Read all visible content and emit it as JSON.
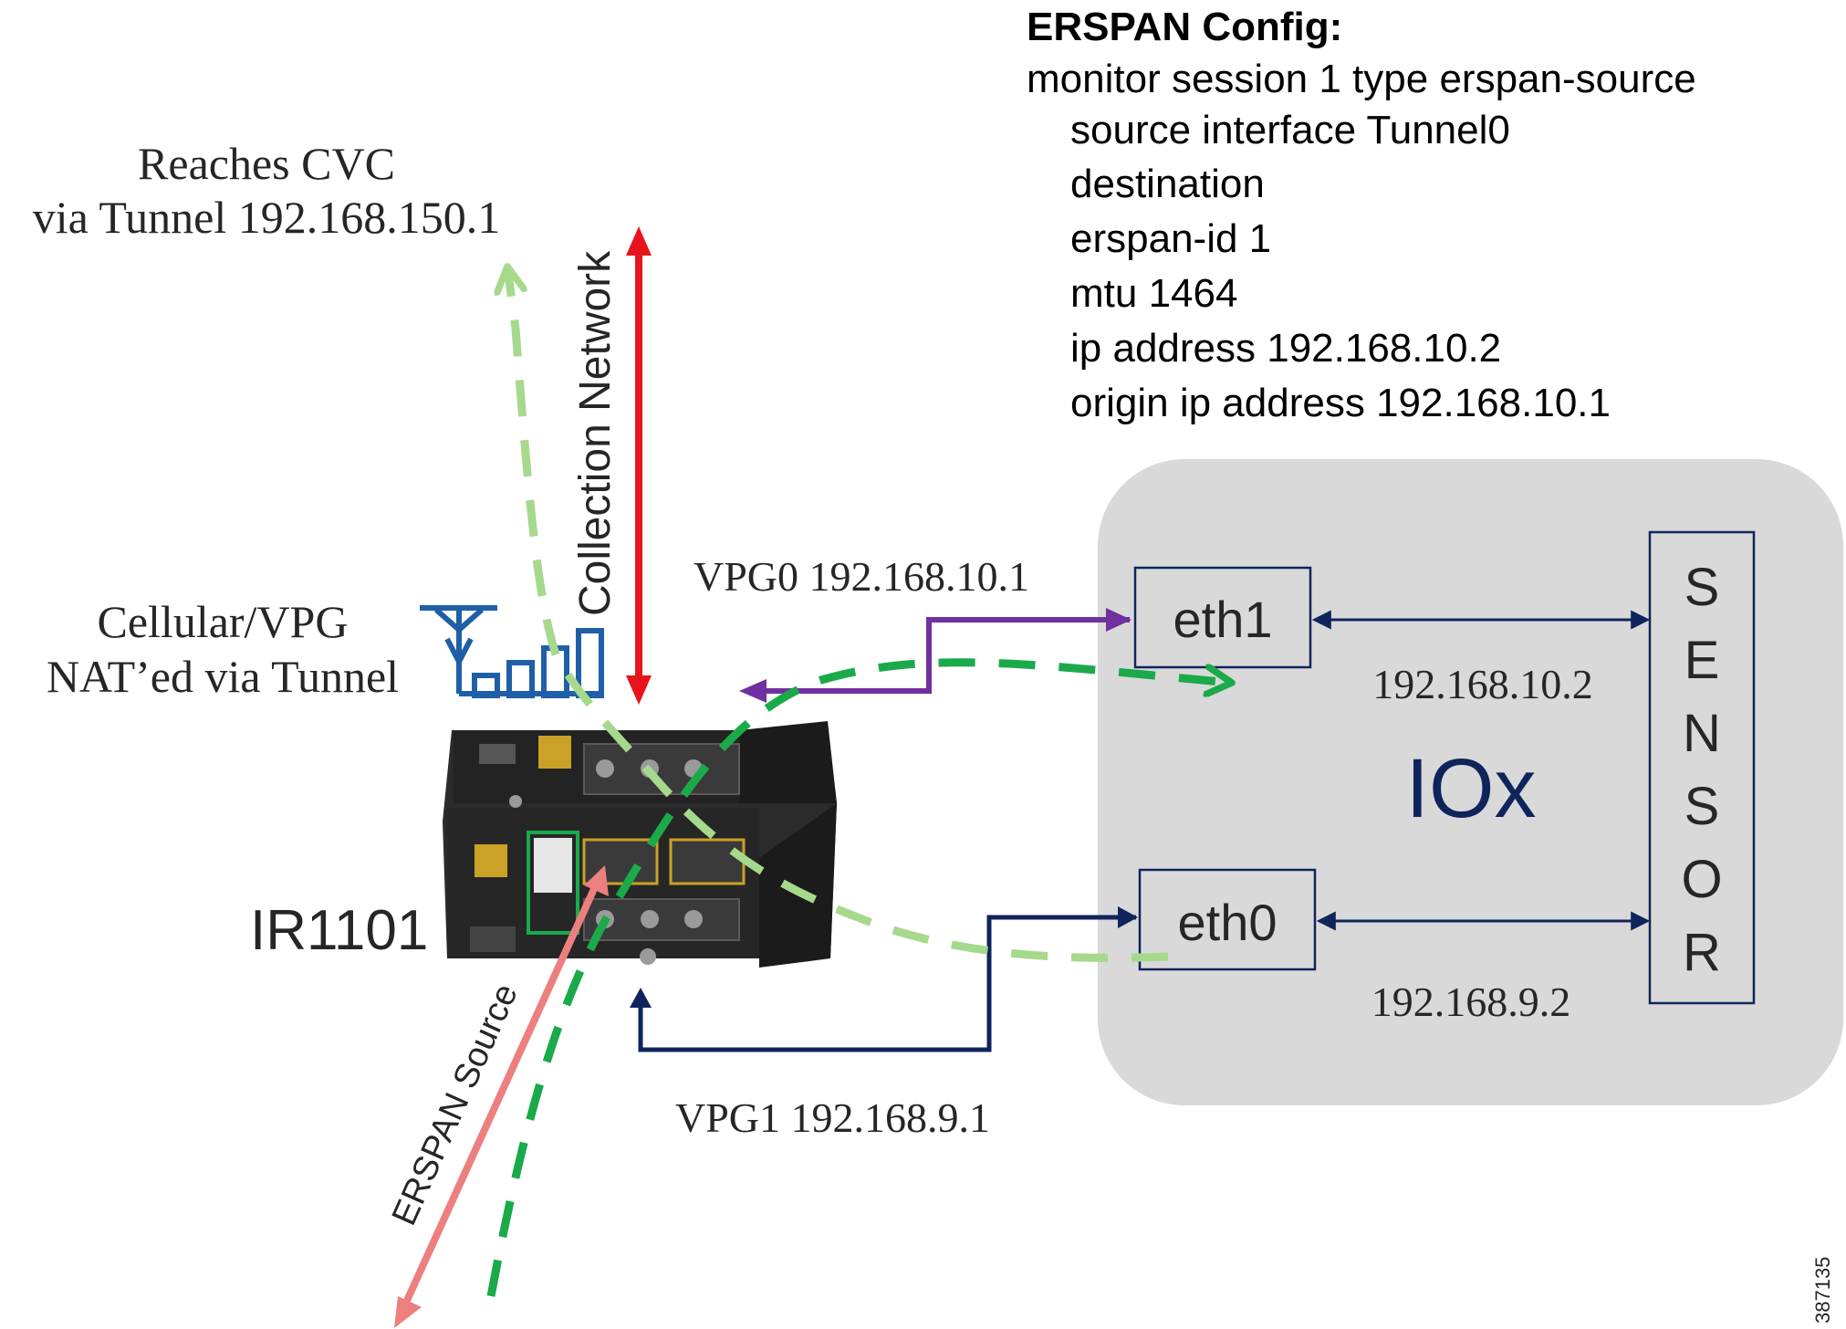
{
  "config": {
    "title": "ERSPAN Config:",
    "lines": [
      "monitor session 1 type erspan-source",
      "source interface Tunnel0",
      "destination",
      "erspan-id 1",
      "mtu 1464",
      "ip address 192.168.10.2",
      "origin ip address 192.168.10.1"
    ]
  },
  "cvc": {
    "line1": "Reaches CVC",
    "line2": "via Tunnel 192.168.150.1"
  },
  "collection_network": "Collection Network",
  "cellular": {
    "line1": "Cellular/VPG",
    "line2": "NAT’ed via Tunnel"
  },
  "router_label": "IR1101",
  "vpg0": "VPG0  192.168.10.1",
  "vpg1": "VPG1  192.168.9.1",
  "iox": {
    "label": "IOx",
    "eth1": "eth1",
    "eth0": "eth0",
    "eth1_ip": "192.168.10.2",
    "eth0_ip": "192.168.9.2",
    "sensor_letters": [
      "S",
      "E",
      "N",
      "S",
      "O",
      "R"
    ]
  },
  "erspan_source": "ERSPAN Source",
  "figure_id": "387135",
  "colors": {
    "red_arrow": "#e8141c",
    "purple": "#7030a0",
    "navy": "#10245c",
    "dark_green": "#1aaa4a",
    "light_green": "#a6d98c",
    "salmon": "#ee7f7f",
    "iox_bg": "#d9d9d9",
    "antenna": "#1f5fa8"
  }
}
